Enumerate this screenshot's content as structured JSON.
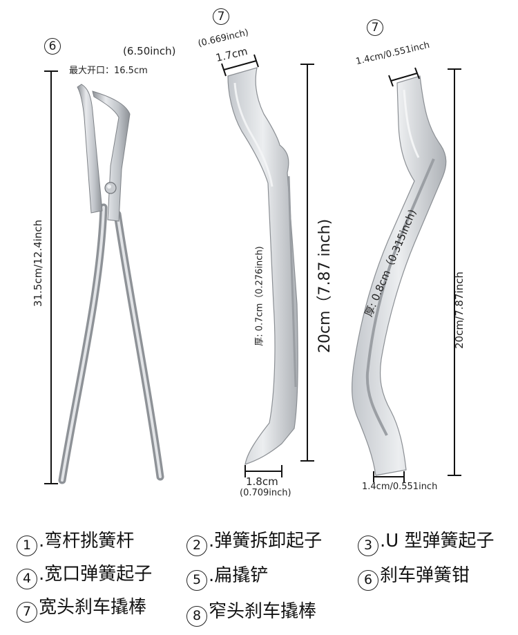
{
  "tools": {
    "left": {
      "number": "6",
      "open_inch": "(6.50inch)",
      "open_label": "最大开口：16.5cm",
      "length": "31.5cm/12.4inch"
    },
    "middle": {
      "number": "7",
      "top_inch": "(0.669inch)",
      "top_cm": "1.7cm",
      "thickness": "厚: 0.7cm（0.276inch)",
      "length": "20cm（7.87 inch)",
      "bottom_cm": "1.8cm",
      "bottom_inch": "(0.709inch)"
    },
    "right": {
      "number": "7",
      "top_width": "1.4cm/0.551inch",
      "thickness": "厚: 0.8cm（0.315inch)",
      "length": "20cm/7.87inch",
      "bottom_width": "1.4cm/0.551inch"
    }
  },
  "legend": [
    {
      "num": "1",
      "text": ".弯杆挑簧杆"
    },
    {
      "num": "2",
      "text": ".弹簧拆卸起子"
    },
    {
      "num": "3",
      "text": ".U 型弹簧起子"
    },
    {
      "num": "4",
      "text": ".宽口弹簧起子"
    },
    {
      "num": "5",
      "text": ".扁撬铲"
    },
    {
      "num": "6",
      "text": "刹车弹簧钳"
    },
    {
      "num": "7",
      "text": "宽头刹车撬棒"
    },
    {
      "num": "8",
      "text": "窄头刹车撬棒"
    }
  ],
  "colors": {
    "steel_light": "#e4e6e9",
    "steel_mid": "#b9bdc2",
    "steel_dark": "#8d9196",
    "line": "#111111"
  }
}
